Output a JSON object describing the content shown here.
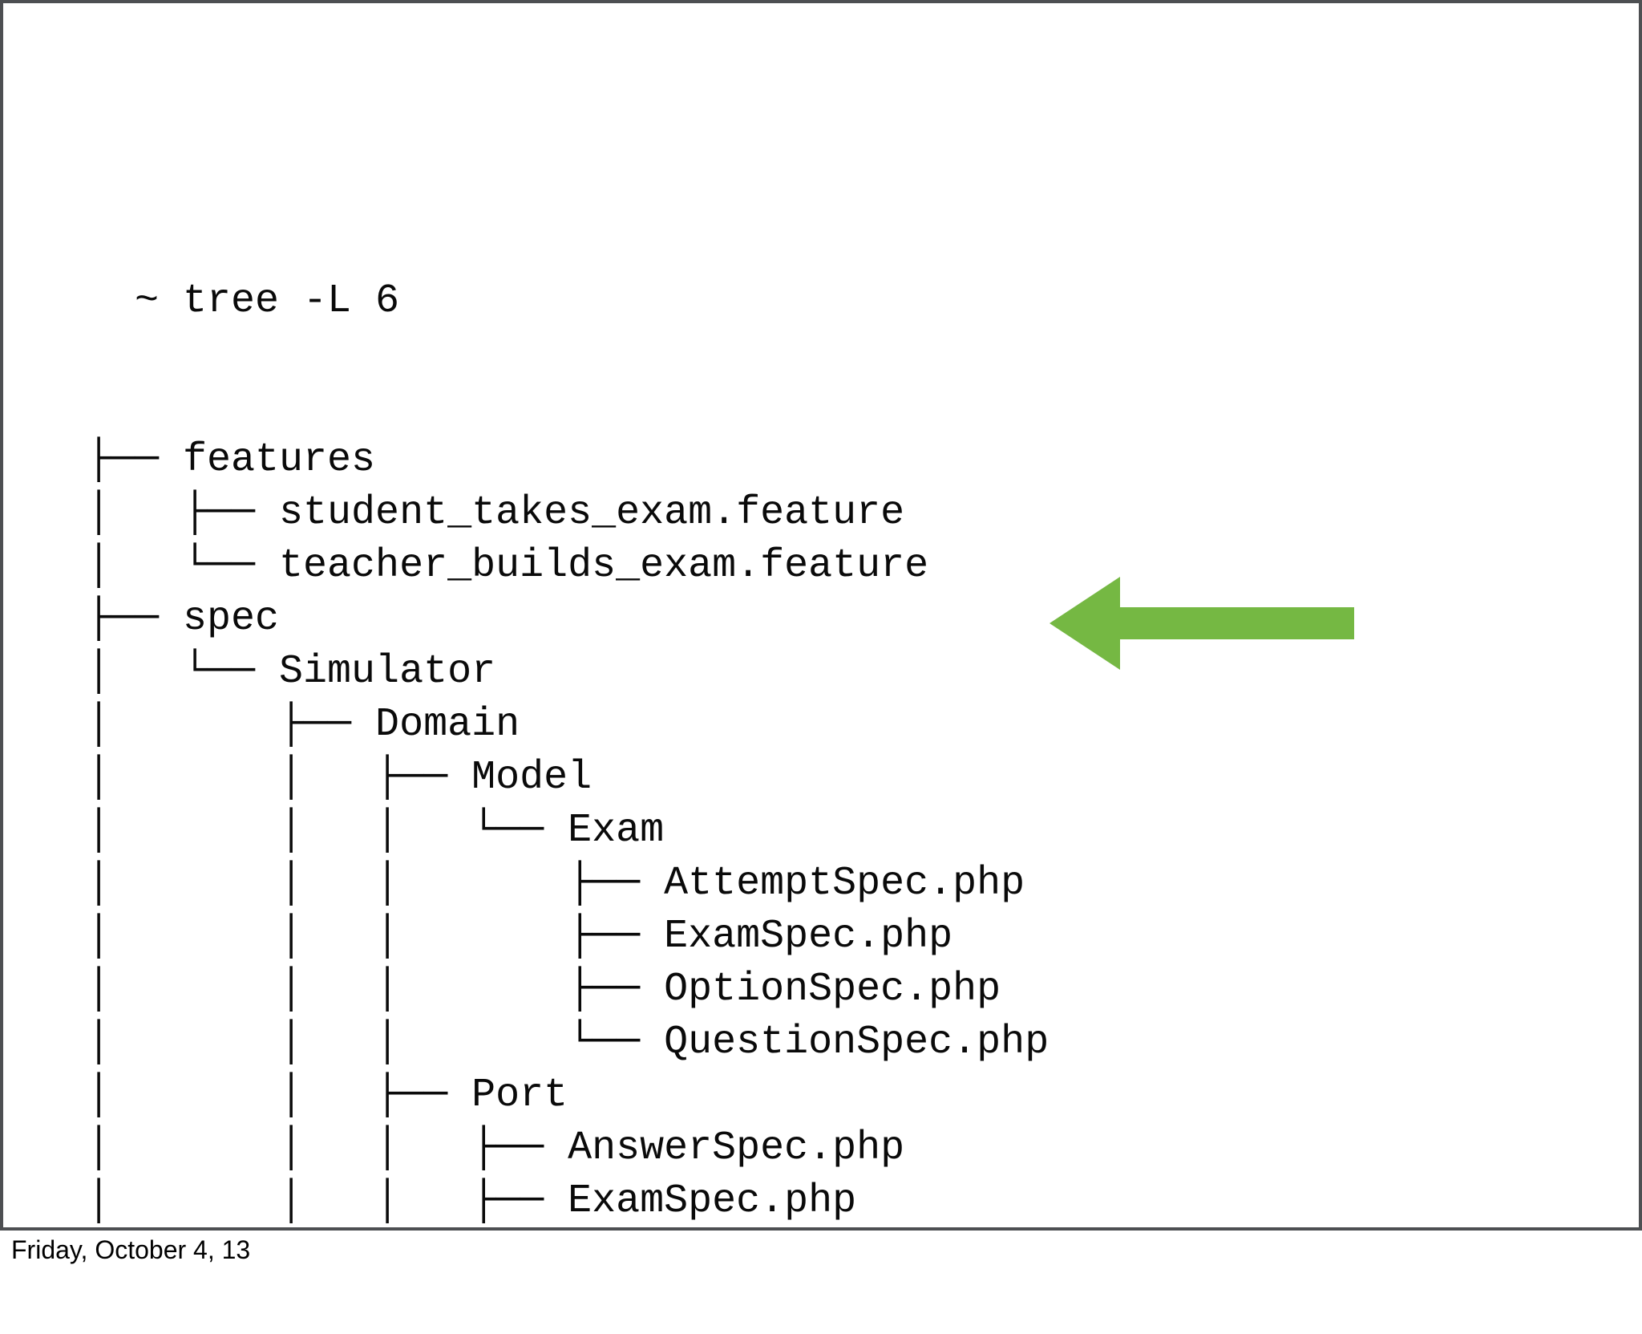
{
  "terminal": {
    "command": "~ tree -L 6",
    "tree_lines": [
      "├── features",
      "│   ├── student_takes_exam.feature",
      "│   └── teacher_builds_exam.feature",
      "├── spec",
      "│   └── Simulator",
      "│       ├── Domain",
      "│       │   ├── Model",
      "│       │   │   └── Exam",
      "│       │   │       ├── AttemptSpec.php",
      "│       │   │       ├── ExamSpec.php",
      "│       │   │       ├── OptionSpec.php",
      "│       │   │       └── QuestionSpec.php",
      "│       │   ├── Port",
      "│       │   │   ├── AnswerSpec.php",
      "│       │   │   ├── ExamSpec.php"
    ]
  },
  "annotation": {
    "arrow_color": "#75b843",
    "arrow_direction": "left",
    "arrow_points_at": "Exam"
  },
  "footer": {
    "date": "Friday, October 4, 13"
  },
  "colors": {
    "border": "#4d4f52",
    "background": "#ffffff",
    "text": "#0a0a0a"
  }
}
